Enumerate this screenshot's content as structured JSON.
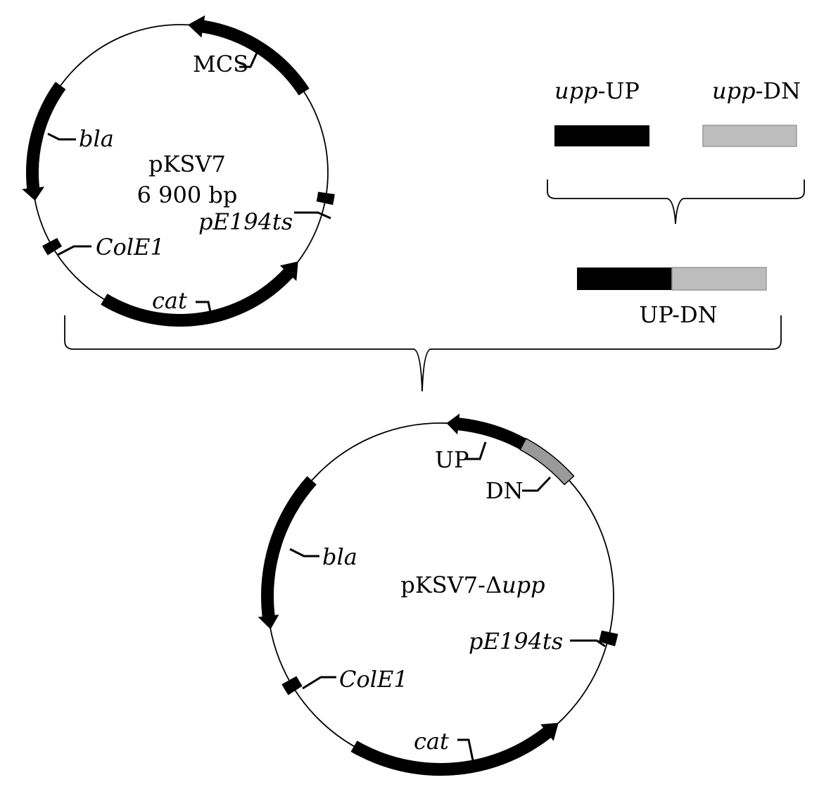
{
  "plasmid_top": {
    "name": "pKSV7",
    "size": "6 900 bp",
    "features": {
      "mcs": "MCS",
      "bla": "bla",
      "pe194ts": "pE194ts",
      "cole1": "ColE1",
      "cat": "cat"
    }
  },
  "fragments": {
    "upp_up_italic": "upp",
    "upp_up_suffix": "-UP",
    "upp_dn_italic": "upp",
    "upp_dn_suffix": "-DN",
    "fused": "UP-DN"
  },
  "plasmid_bottom": {
    "name_prefix": "pKSV7-Δ",
    "name_italic": "upp",
    "features": {
      "up": "UP",
      "dn": "DN",
      "bla": "bla",
      "pe194ts": "pE194ts",
      "cole1": "ColE1",
      "cat": "cat"
    }
  },
  "colors": {
    "up_fragment": "#000000",
    "dn_fragment": "#bdbdbd",
    "dn_in_plasmid": "#9a9a9a",
    "outline": "#000000"
  }
}
